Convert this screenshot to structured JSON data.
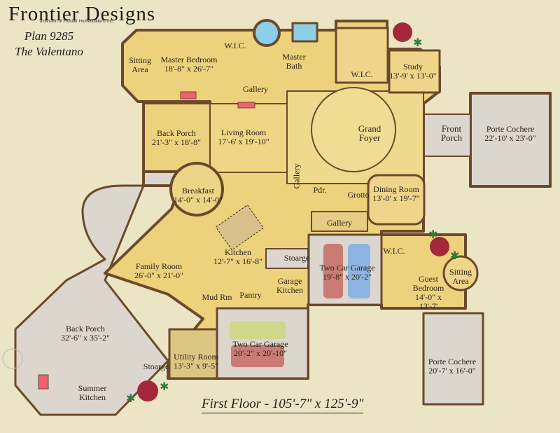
{
  "header": {
    "brand": "Frontier Designs",
    "brand_subtitle": "a division of Frontier Homebuilders, Inc.",
    "plan_number": "Plan 9285",
    "plan_name": "The Valentano"
  },
  "footer": {
    "floor_label": "First Floor - 105'-7\" x 125'-9\""
  },
  "colors": {
    "background": "#ebe5c6",
    "wall": "#6b4a2a",
    "interior": "#ecd27c",
    "exterior_floor": "#dcd6cf",
    "water": "#8ccfe8",
    "car_red": "#c97b76",
    "car_blue": "#8fb4e3",
    "car_green": "#cfd88a",
    "plant_red": "#a3283a",
    "plant_green": "#2f7a3a"
  },
  "rooms": [
    {
      "name": "Sitting Area",
      "dims": ""
    },
    {
      "name": "Master Bedroom",
      "dims": "18'-8\" x 26'-7\""
    },
    {
      "name": "W.I.C.",
      "dims": ""
    },
    {
      "name": "Master Bath",
      "dims": ""
    },
    {
      "name": "W.I.C.",
      "dims": ""
    },
    {
      "name": "Study",
      "dims": "13'-9' x 13'-0\""
    },
    {
      "name": "Gallery",
      "dims": ""
    },
    {
      "name": "Back Porch",
      "dims": "21'-3\" x 18'-8\""
    },
    {
      "name": "Living Room",
      "dims": "17'-6' x 19'-10\""
    },
    {
      "name": "Grand Foyer",
      "dims": ""
    },
    {
      "name": "Front Porch",
      "dims": ""
    },
    {
      "name": "Porte Cochere",
      "dims": "22'-10' x 23'-0\""
    },
    {
      "name": "Breakfast",
      "dims": "14'-0\" x 14'-0\""
    },
    {
      "name": "Gallery",
      "dims": ""
    },
    {
      "name": "Pdr.",
      "dims": ""
    },
    {
      "name": "Grotto",
      "dims": ""
    },
    {
      "name": "Dining Room",
      "dims": "13'-0' x 19'-7\""
    },
    {
      "name": "Gallery",
      "dims": ""
    },
    {
      "name": "Kitchen",
      "dims": "12'-7\" x 16'-8\""
    },
    {
      "name": "Family Room",
      "dims": "26'-0\" x 21'-0\""
    },
    {
      "name": "Stoarge",
      "dims": ""
    },
    {
      "name": "Two Car Garage",
      "dims": "19'-8\" x 20'-2\""
    },
    {
      "name": "W.I.C.",
      "dims": ""
    },
    {
      "name": "Guest Bedroom",
      "dims": "14'-0\" x 13'-7'"
    },
    {
      "name": "Sitting Area",
      "dims": ""
    },
    {
      "name": "Garage Kitchen",
      "dims": ""
    },
    {
      "name": "Mud Rm",
      "dims": ""
    },
    {
      "name": "Pantry",
      "dims": ""
    },
    {
      "name": "Back Porch",
      "dims": "32'-6\" x 35'-2\""
    },
    {
      "name": "Utility Room",
      "dims": "13'-3\" x 9'-5\""
    },
    {
      "name": "Two Car Garage",
      "dims": "20'-2\" x 20'-10\""
    },
    {
      "name": "Stoarge",
      "dims": ""
    },
    {
      "name": "Summer Kitchen",
      "dims": ""
    },
    {
      "name": "Porte Cochere",
      "dims": "20'-7' x 16'-0\""
    }
  ]
}
